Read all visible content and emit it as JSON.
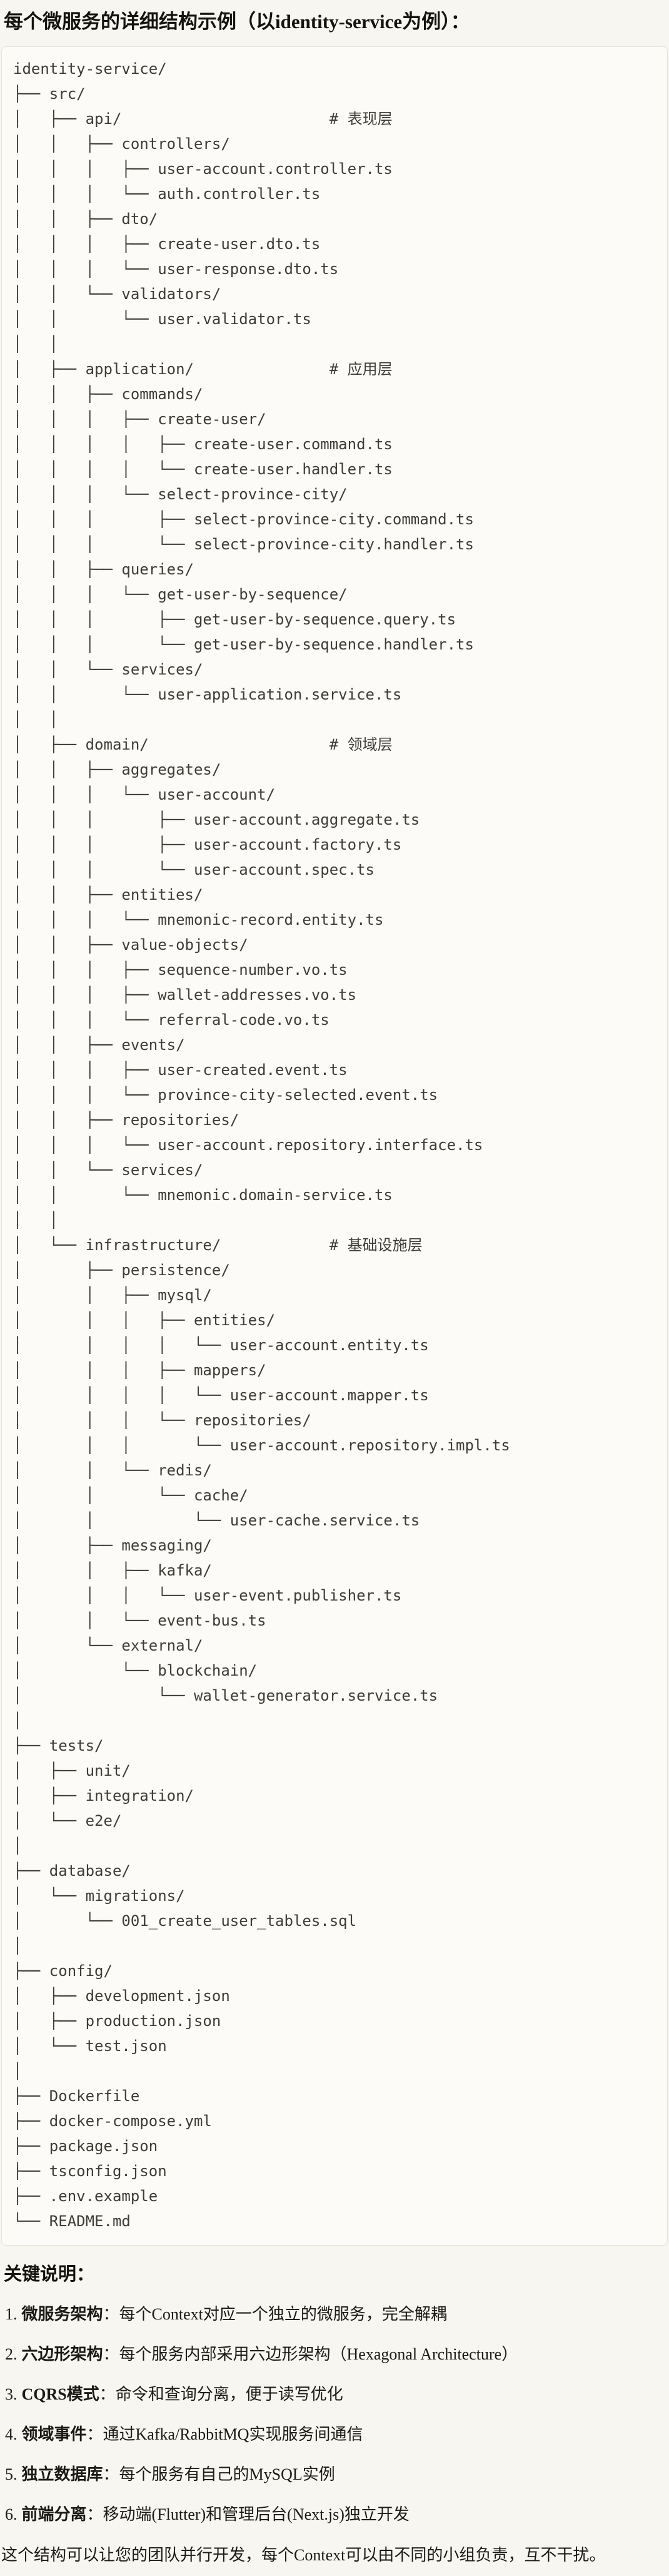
{
  "title": "每个微服务的详细结构示例（以identity-service为例）：",
  "tree": "identity-service/\n├── src/\n│   ├── api/                       # 表现层\n│   │   ├── controllers/\n│   │   │   ├── user-account.controller.ts\n│   │   │   └── auth.controller.ts\n│   │   ├── dto/\n│   │   │   ├── create-user.dto.ts\n│   │   │   └── user-response.dto.ts\n│   │   └── validators/\n│   │       └── user.validator.ts\n│   │\n│   ├── application/               # 应用层\n│   │   ├── commands/\n│   │   │   ├── create-user/\n│   │   │   │   ├── create-user.command.ts\n│   │   │   │   └── create-user.handler.ts\n│   │   │   └── select-province-city/\n│   │   │       ├── select-province-city.command.ts\n│   │   │       └── select-province-city.handler.ts\n│   │   ├── queries/\n│   │   │   └── get-user-by-sequence/\n│   │   │       ├── get-user-by-sequence.query.ts\n│   │   │       └── get-user-by-sequence.handler.ts\n│   │   └── services/\n│   │       └── user-application.service.ts\n│   │\n│   ├── domain/                    # 领域层\n│   │   ├── aggregates/\n│   │   │   └── user-account/\n│   │   │       ├── user-account.aggregate.ts\n│   │   │       ├── user-account.factory.ts\n│   │   │       └── user-account.spec.ts\n│   │   ├── entities/\n│   │   │   └── mnemonic-record.entity.ts\n│   │   ├── value-objects/\n│   │   │   ├── sequence-number.vo.ts\n│   │   │   ├── wallet-addresses.vo.ts\n│   │   │   └── referral-code.vo.ts\n│   │   ├── events/\n│   │   │   ├── user-created.event.ts\n│   │   │   └── province-city-selected.event.ts\n│   │   ├── repositories/\n│   │   │   └── user-account.repository.interface.ts\n│   │   └── services/\n│   │       └── mnemonic.domain-service.ts\n│   │\n│   └── infrastructure/            # 基础设施层\n│       ├── persistence/\n│       │   ├── mysql/\n│       │   │   ├── entities/\n│       │   │   │   └── user-account.entity.ts\n│       │   │   ├── mappers/\n│       │   │   │   └── user-account.mapper.ts\n│       │   │   └── repositories/\n│       │   │       └── user-account.repository.impl.ts\n│       │   └── redis/\n│       │       └── cache/\n│       │           └── user-cache.service.ts\n│       ├── messaging/\n│       │   ├── kafka/\n│       │   │   └── user-event.publisher.ts\n│       │   └── event-bus.ts\n│       └── external/\n│           └── blockchain/\n│               └── wallet-generator.service.ts\n│\n├── tests/\n│   ├── unit/\n│   ├── integration/\n│   └── e2e/\n│\n├── database/\n│   └── migrations/\n│       └── 001_create_user_tables.sql\n│\n├── config/\n│   ├── development.json\n│   ├── production.json\n│   └── test.json\n│\n├── Dockerfile\n├── docker-compose.yml\n├── package.json\n├── tsconfig.json\n├── .env.example\n└── README.md",
  "notes_heading": "关键说明：",
  "notes": [
    {
      "num": "1.",
      "term": "微服务架构",
      "sep": "：",
      "desc": "每个Context对应一个独立的微服务，完全解耦"
    },
    {
      "num": "2.",
      "term": "六边形架构",
      "sep": "：",
      "desc": "每个服务内部采用六边形架构（Hexagonal Architecture）"
    },
    {
      "num": "3.",
      "term": "CQRS模式",
      "sep": "：",
      "desc": "命令和查询分离，便于读写优化"
    },
    {
      "num": "4.",
      "term": "领域事件",
      "sep": "：",
      "desc": "通过Kafka/RabbitMQ实现服务间通信"
    },
    {
      "num": "5.",
      "term": "独立数据库",
      "sep": "：",
      "desc": "每个服务有自己的MySQL实例"
    },
    {
      "num": "6.",
      "term": "前端分离",
      "sep": "：",
      "desc": "移动端(Flutter)和管理后台(Next.js)独立开发"
    }
  ],
  "footer": "这个结构可以让您的团队并行开发，每个Context可以由不同的小组负责，互不干扰。"
}
